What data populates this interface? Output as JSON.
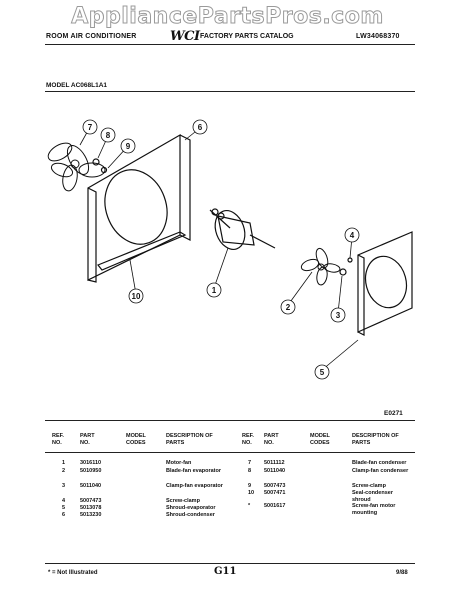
{
  "watermark": "AppliancePartsPros.com",
  "header": {
    "left": "ROOM AIR CONDITIONER",
    "logo": "WCI",
    "catalog": "FACTORY PARTS CATALOG",
    "doc_number": "LW34068370"
  },
  "model": "MODEL AC068L1A1",
  "diagram": {
    "callouts": [
      "1",
      "2",
      "3",
      "4",
      "5",
      "6",
      "7",
      "8",
      "9",
      "10"
    ],
    "code": "E0271"
  },
  "table": {
    "headers": {
      "ref": "REF. NO.",
      "part": "PART NO.",
      "model_codes": "MODEL CODES",
      "description": "DESCRIPTION OF PARTS"
    },
    "left_rows": [
      {
        "ref": "1",
        "part": "3016110",
        "desc": "Motor-fan"
      },
      {
        "ref": "2",
        "part": "5010950",
        "desc": "Blade-fan evaporator"
      },
      {
        "ref": "3",
        "part": "5011040",
        "desc": "Clamp-fan evaporator"
      },
      {
        "ref": "4",
        "part": "5007473",
        "desc": "Screw-clamp"
      },
      {
        "ref": "5",
        "part": "5013078",
        "desc": "Shroud-evaporator"
      },
      {
        "ref": "6",
        "part": "5013230",
        "desc": "Shroud-condenser"
      }
    ],
    "right_rows": [
      {
        "ref": "7",
        "part": "5011112",
        "desc": "Blade-fan condenser"
      },
      {
        "ref": "8",
        "part": "5011040",
        "desc": "Clamp-fan condenser"
      },
      {
        "ref": "9",
        "part": "5007473",
        "desc": "Screw-clamp"
      },
      {
        "ref": "10",
        "part": "5007471",
        "desc": "Seal-condenser shroud"
      },
      {
        "ref": "*",
        "part": "5001617",
        "desc": "Screw-fan motor mounting"
      }
    ]
  },
  "footer": {
    "note": "* = Not Illustrated",
    "page": "G11",
    "date": "9/88"
  }
}
